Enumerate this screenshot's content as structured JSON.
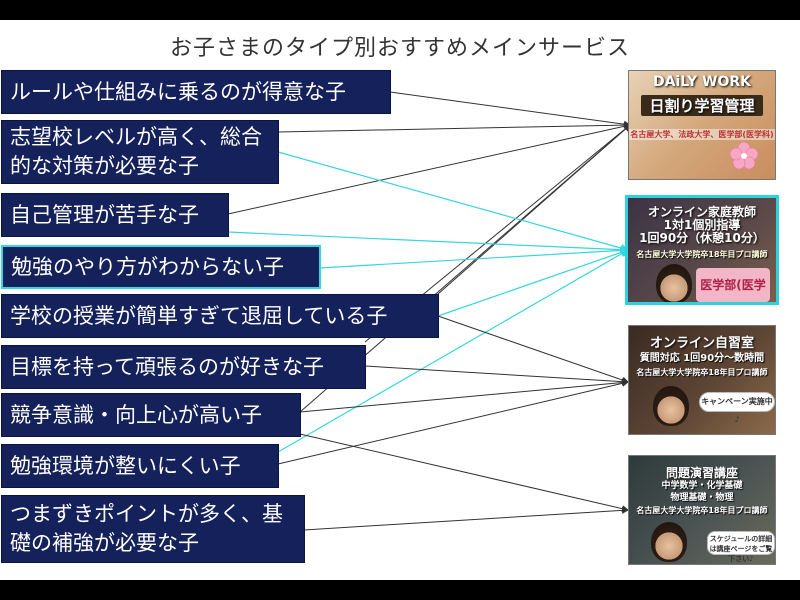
{
  "title": "お子さまのタイプ別おすすめメインサービス",
  "labels": [
    "ルールや仕組みに乗るのが得意な子",
    "志望校レベルが高く、総合的な対策が必要な子",
    "自己管理が苦手な子",
    "勉強のやり方がわからない子",
    "学校の授業が簡単すぎて退屈している子",
    "目標を持って頑張るのが好きな子",
    "競争意識・向上心が高い子",
    "勉強環境が整いにくい子",
    "つまずきポイントが多く、基礎の補強が必要な子"
  ],
  "cards": {
    "daily_work": {
      "line1": "DAiLY WORK",
      "line2": "日割り学習管理",
      "line3": "名古屋大学、法政大学、医学部(医学科)"
    },
    "online_tutor": {
      "line1": "オンライン家庭教師",
      "line2": "1対1個別指導",
      "line3": "1回90分（休憩10分）",
      "line4": "名古屋大学大学院卒18年目プロ講師",
      "badge": "医学部(医学科)"
    },
    "online_study_room": {
      "line1": "オンライン自習室",
      "line2": "質問対応 1回90分〜数時間",
      "line3": "名古屋大学大学院卒18年目プロ講師",
      "bubble": "キャンペーン実施中♪"
    },
    "practice_course": {
      "line1": "問題演習講座",
      "line2": "中学数学・化学基礎",
      "line3": "物理基礎・物理",
      "line4": "名古屋大学大学院卒18年目プロ講師",
      "bubble": "スケジュールの詳細は講座ページをご覧下さい♪"
    }
  },
  "colors": {
    "label_bg": "#14215a",
    "highlight": "#36d6e0",
    "dark_line": "#333333"
  }
}
